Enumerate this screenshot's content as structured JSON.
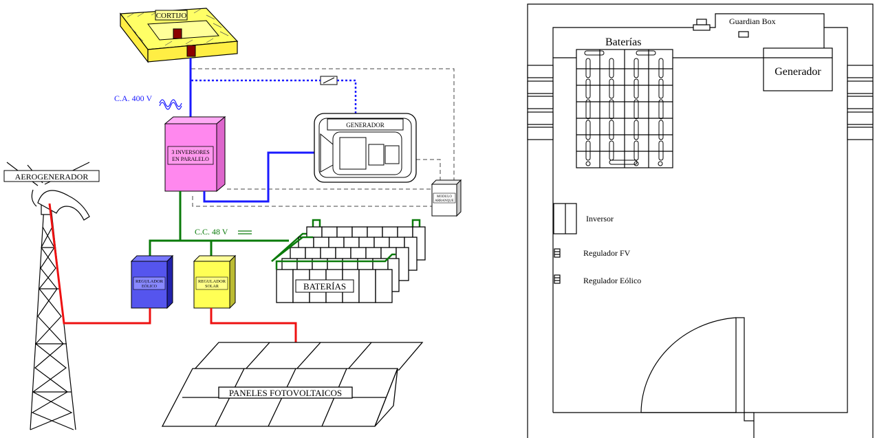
{
  "left_diagram": {
    "cortijo_label": "CORTIJO",
    "ca_label": "C.A. 400 V",
    "inversores_line1": "3 INVERSORES",
    "inversores_line2": "EN PARALELO",
    "generador_label": "GENERADOR",
    "modulo_line1": "MODULO",
    "modulo_line2": "ARRANQUE",
    "aerogenerador_label": "AEROGENERADOR",
    "cc_label": "C.C. 48 V",
    "regulador_eolico_line1": "REGULADOR",
    "regulador_eolico_line2": "EÓLICO",
    "regulador_solar_line1": "REGULADOR",
    "regulador_solar_line2": "SOLAR",
    "baterias_label": "BATERÍAS",
    "paneles_label": "PANELES FOTOVOLTAICOS"
  },
  "floor_plan": {
    "guardian_box_label": "Guardian Box",
    "baterias_label": "Baterías",
    "generador_label": "Generador",
    "inversor_label": "Inversor",
    "regulador_fv_label": "Regulador FV",
    "regulador_eolico_label": "Regulador Eólico"
  },
  "colors": {
    "ca_line": "#1a1aff",
    "cc_line": "#0a7a0a",
    "wind_line": "#ee1111",
    "cortijo_fill": "#ffff66",
    "inversores_fill": "#ff88ee",
    "reg_eolico_fill": "#5555ee",
    "reg_solar_fill": "#ffff55"
  }
}
